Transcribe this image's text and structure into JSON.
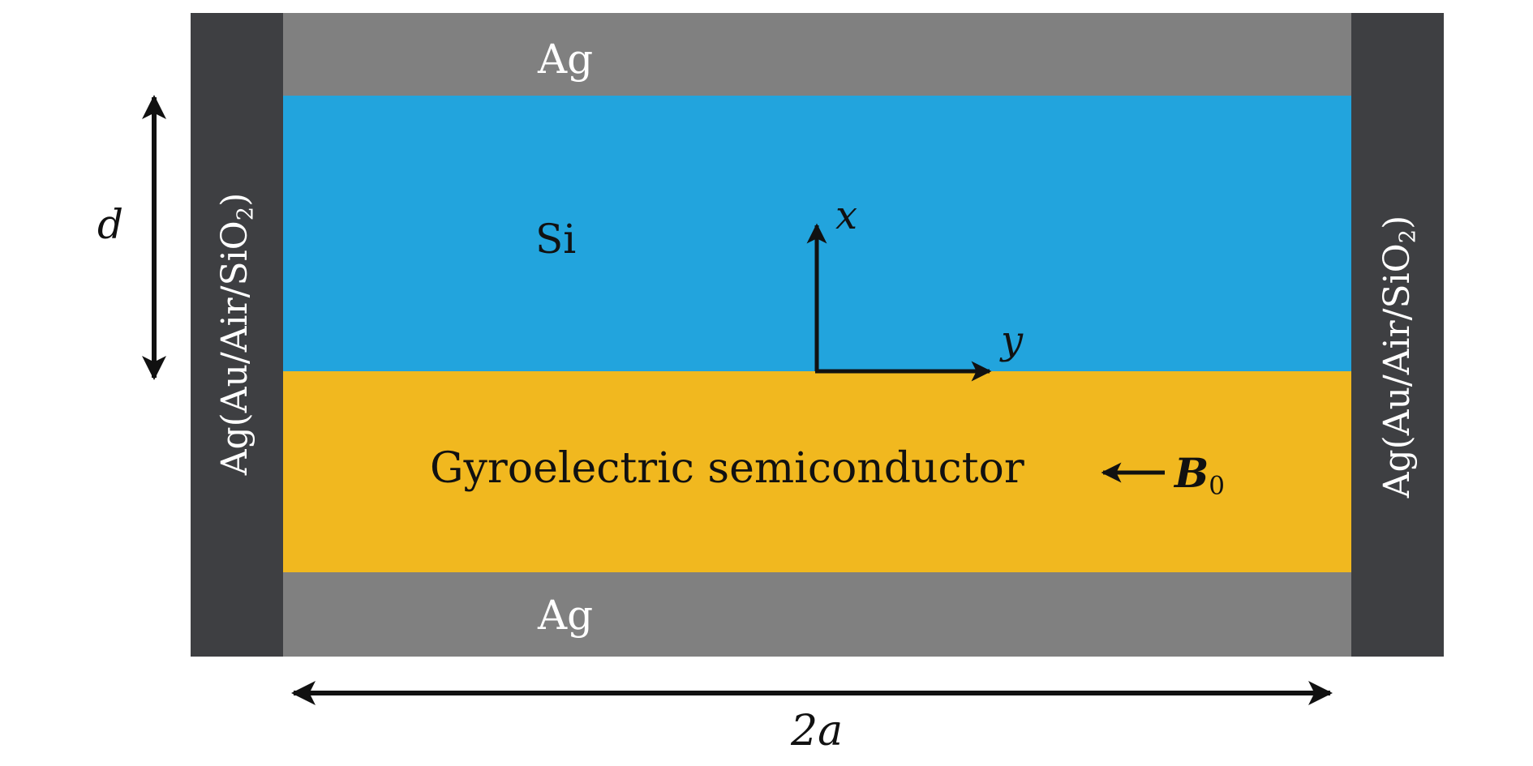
{
  "layers": {
    "top_metal": {
      "label": "Ag",
      "color": "#808080"
    },
    "core": {
      "label": "Si",
      "color": "#22a4dd"
    },
    "substrate": {
      "label": "Gyroelectric semiconductor",
      "color": "#f1b81f"
    },
    "bottom_metal": {
      "label": "Ag",
      "color": "#808080"
    }
  },
  "side_walls": {
    "color": "#3e3f42",
    "left": {
      "main": "Ag(Au/Air/SiO",
      "sub": "2",
      "close": ")"
    },
    "right": {
      "main": "Ag(Au/Air/SiO",
      "sub": "2",
      "close": ")"
    }
  },
  "axes": {
    "x_label": "x",
    "y_label": "y"
  },
  "field": {
    "symbol": "B",
    "subscript": "0"
  },
  "dimensions": {
    "height_label": "d",
    "width_label": "2a"
  }
}
